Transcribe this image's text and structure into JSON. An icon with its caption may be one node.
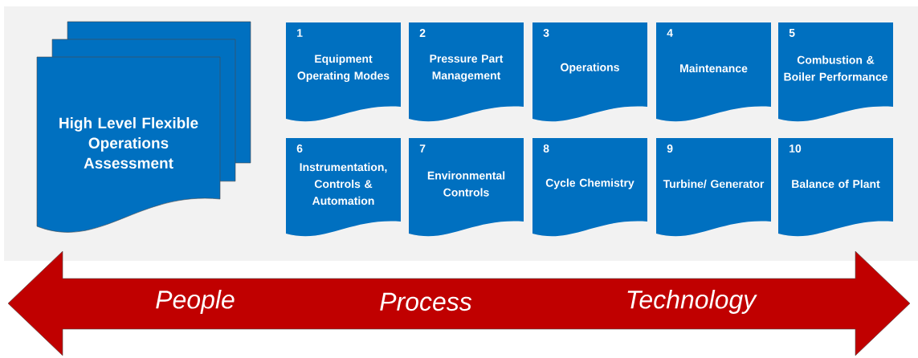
{
  "diagram": {
    "nodes": [
      {
        "text": [
          "High Level Flexible Operations Assessment"
        ]
      },
      {
        "text": [
          "1",
          "Equipment Operating Modes"
        ]
      },
      {
        "text": [
          "2",
          "Pressure Part Management"
        ]
      },
      {
        "text": [
          "3",
          "Operations"
        ]
      },
      {
        "text": [
          "4",
          "Maintenance"
        ]
      },
      {
        "text": [
          "5",
          "Combustion & Boiler Performance"
        ]
      },
      {
        "text": [
          "6",
          "Instrumentation, Controls & Automation"
        ]
      },
      {
        "text": [
          "7",
          "Environmental Controls"
        ]
      },
      {
        "text": [
          "8",
          "Cycle Chemistry"
        ]
      },
      {
        "text": [
          "9",
          "Turbine/ Generator"
        ]
      },
      {
        "text": [
          "10",
          "Balance of Plant"
        ]
      },
      {
        "text": [
          "People",
          "Process",
          "Technology"
        ]
      }
    ]
  }
}
